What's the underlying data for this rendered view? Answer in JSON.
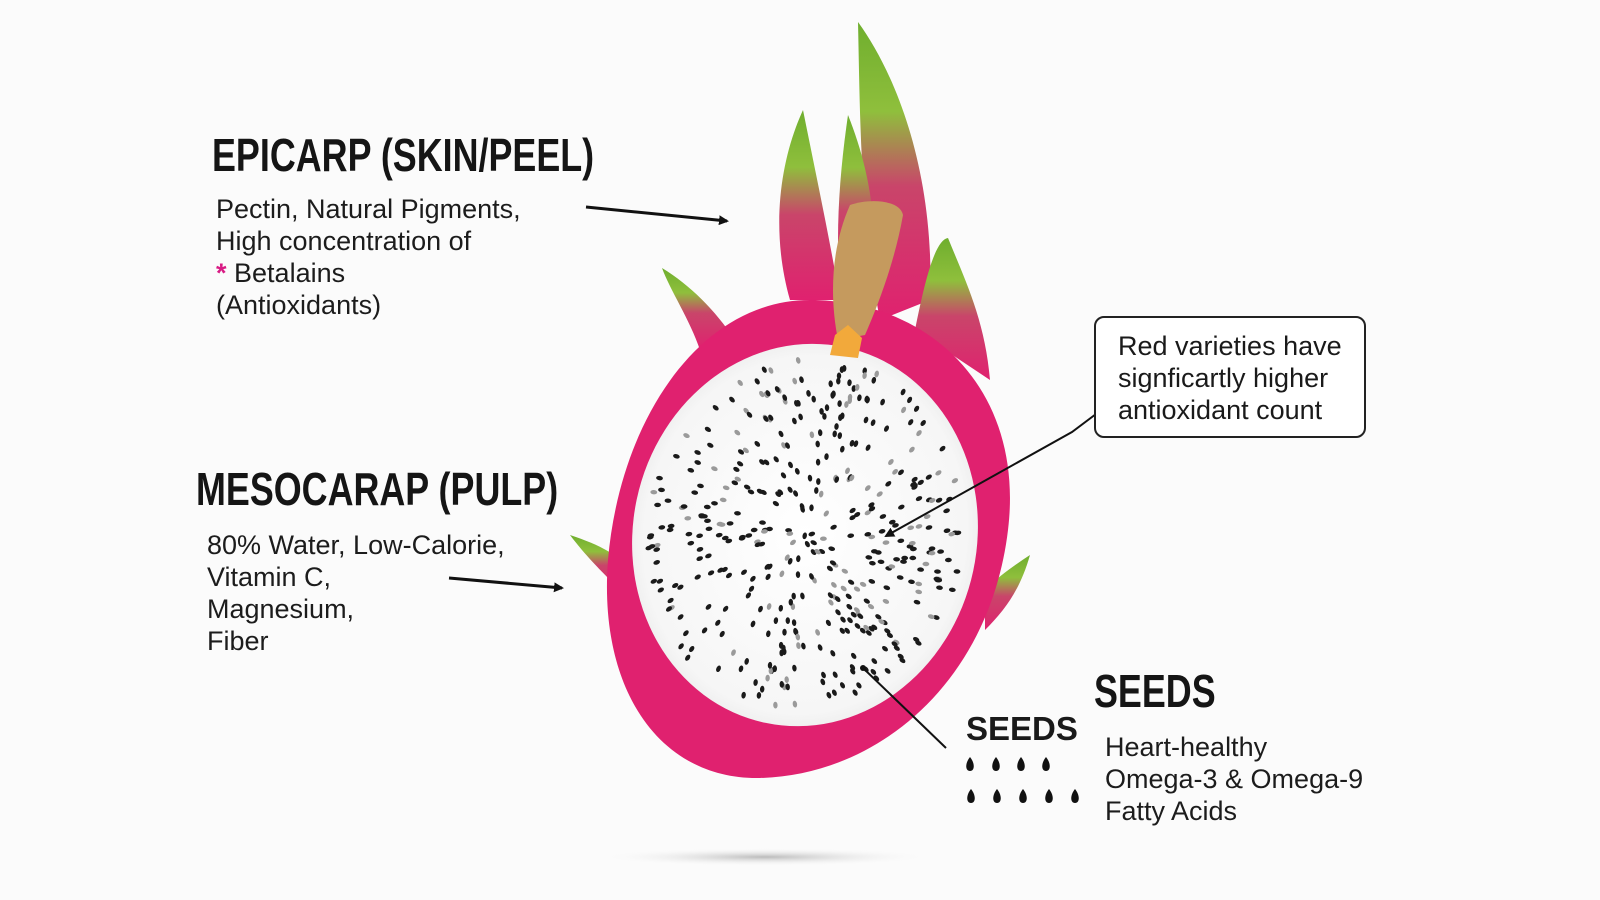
{
  "epicarp": {
    "title": "EPICARP (SKIN/PEEL)",
    "lines": [
      "Pectin, Natural Pigments,",
      "High concentration of",
      "Betalains",
      "(Antioxidants)"
    ],
    "marker": "*"
  },
  "mesocarp": {
    "title": "MESOCARAP (PULP)",
    "lines": [
      "80% Water, Low-Calorie,",
      "Vitamin C,",
      "Magnesium,",
      "Fiber"
    ]
  },
  "callout": {
    "lines": [
      "Red varieties have",
      "signficartly higher",
      "antioxidant count"
    ]
  },
  "seeds": {
    "icon_label": "SEEDS",
    "title": "SEEDS",
    "lines": [
      "Heart-healthy",
      "Omega-3 & Omega-9",
      "Fatty Acids"
    ]
  },
  "colors": {
    "skin": "#e0216f",
    "bract": "#7cb83a",
    "pulp": "#ffffff",
    "seed": "#1a1a1a",
    "accent": "#d81b84"
  }
}
